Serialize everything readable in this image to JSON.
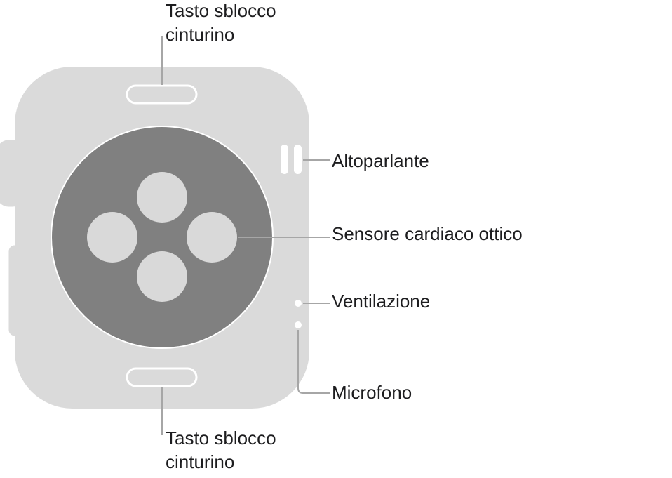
{
  "colors": {
    "case": "#dadada",
    "sensor_disc": "#808080",
    "sensor_lens": "#d9d9d9",
    "leader_line": "#a6a6a6",
    "text": "#1d1d1f"
  },
  "labels": {
    "band_release_top": [
      "Tasto sblocco",
      "cinturino"
    ],
    "band_release_bottom": [
      "Tasto sblocco",
      "cinturino"
    ],
    "speaker": "Altoparlante",
    "heart_sensor": "Sensore cardiaco ottico",
    "vent": "Ventilazione",
    "microphone": "Microfono"
  }
}
